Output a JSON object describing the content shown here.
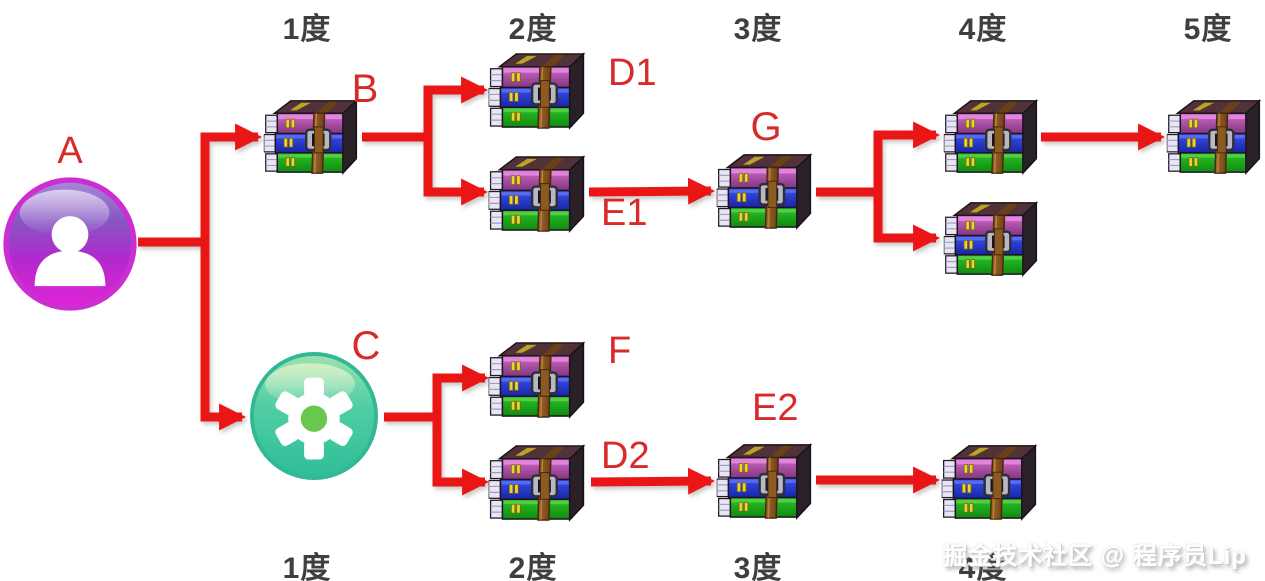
{
  "top_axis": {
    "labels": [
      "1度",
      "2度",
      "3度",
      "4度",
      "5度"
    ]
  },
  "bottom_axis": {
    "labels": [
      "1度",
      "2度",
      "3度",
      "4度"
    ]
  },
  "node_labels": {
    "a": "A",
    "b": "B",
    "c": "C",
    "d1": "D1",
    "e1": "E1",
    "g": "G",
    "f": "F",
    "d2": "D2",
    "e2": "E2"
  },
  "icons": {
    "a": "person-icon",
    "c": "gear-icon",
    "archive": "winrar-archive-icon"
  },
  "watermark": {
    "text": "掘金技术社区 @ 程序员Lip"
  },
  "colors": {
    "arrow_red": "#ea1818",
    "label_red": "#d92a2a",
    "header_text": "#3f3f3f",
    "watermark_text": "#ffffff",
    "person_node_magenta": "#d724d2",
    "gear_node_green": "#3fc9a4",
    "book_purple": "#a8509f",
    "book_blue": "#2438d8",
    "book_green": "#22a822"
  }
}
